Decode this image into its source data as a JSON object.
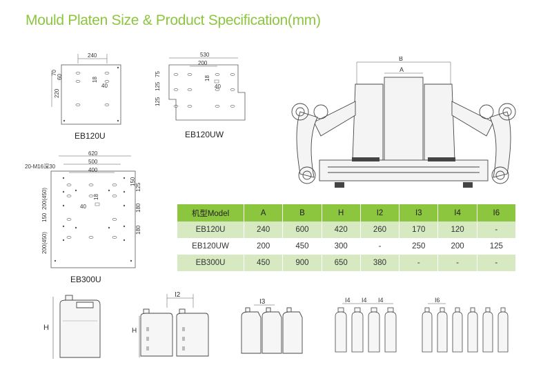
{
  "title": "Mould Platen Size & Product Specification(mm)",
  "platens": {
    "eb120u": {
      "name": "EB120U",
      "dims": {
        "top": "240",
        "v1": "70",
        "v2": "60",
        "v3": "220",
        "i18": "18",
        "i40": "40"
      }
    },
    "eb120uw": {
      "name": "EB120UW",
      "dims": {
        "top1": "530",
        "top2": "200",
        "v1": "75",
        "v2": "125",
        "v3": "125",
        "i18": "18",
        "i40": "40"
      }
    },
    "eb300u": {
      "name": "EB300U",
      "note": "20-M16深30",
      "dims": {
        "top1": "620",
        "top2": "500",
        "top3": "400",
        "l1": "200(450)",
        "l2": "150",
        "l3": "200(450)",
        "r1": "125",
        "r2": "180",
        "r3": "180",
        "r4": "150",
        "i18": "18",
        "i40": "40"
      }
    }
  },
  "machine": {
    "dim_b": "B",
    "dim_a": "A"
  },
  "spec_table": {
    "headers": [
      "机型Model",
      "A",
      "B",
      "H",
      "I2",
      "I3",
      "I4",
      "I6"
    ],
    "rows": [
      [
        "EB120U",
        "240",
        "600",
        "420",
        "260",
        "170",
        "120",
        "-"
      ],
      [
        "EB120UW",
        "200",
        "450",
        "300",
        "-",
        "250",
        "200",
        "125"
      ],
      [
        "EB300U",
        "450",
        "900",
        "650",
        "380",
        "-",
        "-",
        "-"
      ]
    ]
  },
  "products": {
    "h1": "H",
    "h2": "H",
    "i2": "I2",
    "i3": "I3",
    "i4a": "I4",
    "i4b": "I4",
    "i4c": "I4",
    "i6": "I6"
  }
}
